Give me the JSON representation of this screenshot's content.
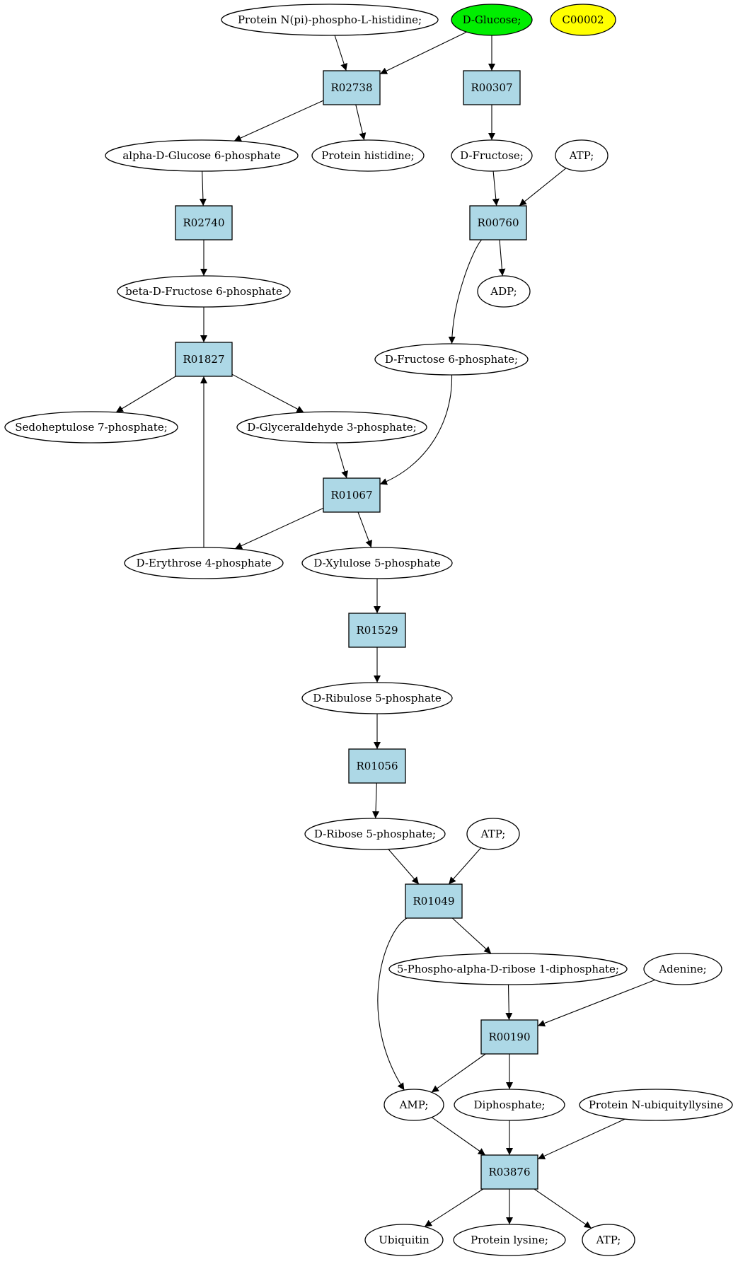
{
  "colors": {
    "reaction_fill": "#add8e6",
    "metabolite_fill": "#ffffff",
    "highlight_green": "#00ee00",
    "highlight_yellow": "#ffff00",
    "stroke": "#000000"
  },
  "diagram": {
    "type": "metabolic-pathway",
    "nodes": [
      {
        "id": "C_prot_np_his",
        "kind": "compound",
        "label": "Protein N(pi)-phospho-L-histidine;"
      },
      {
        "id": "C_glucose",
        "kind": "compound",
        "label": "D-Glucose;",
        "highlight": "green"
      },
      {
        "id": "C00002_top",
        "kind": "compound",
        "label": "C00002",
        "highlight": "yellow"
      },
      {
        "id": "R02738",
        "kind": "reaction",
        "label": "R02738"
      },
      {
        "id": "R00307",
        "kind": "reaction",
        "label": "R00307"
      },
      {
        "id": "C_a_g6p",
        "kind": "compound",
        "label": "alpha-D-Glucose 6-phosphate"
      },
      {
        "id": "C_prot_his",
        "kind": "compound",
        "label": "Protein histidine;"
      },
      {
        "id": "C_fructose",
        "kind": "compound",
        "label": "D-Fructose;"
      },
      {
        "id": "C_atp1",
        "kind": "compound",
        "label": "ATP;"
      },
      {
        "id": "R02740",
        "kind": "reaction",
        "label": "R02740"
      },
      {
        "id": "R00760",
        "kind": "reaction",
        "label": "R00760"
      },
      {
        "id": "C_adp",
        "kind": "compound",
        "label": "ADP;"
      },
      {
        "id": "C_b_f6p",
        "kind": "compound",
        "label": "beta-D-Fructose 6-phosphate"
      },
      {
        "id": "C_d_f6p",
        "kind": "compound",
        "label": "D-Fructose 6-phosphate;"
      },
      {
        "id": "R01827",
        "kind": "reaction",
        "label": "R01827"
      },
      {
        "id": "C_s7p",
        "kind": "compound",
        "label": "Sedoheptulose 7-phosphate;"
      },
      {
        "id": "C_g3p",
        "kind": "compound",
        "label": "D-Glyceraldehyde 3-phosphate;"
      },
      {
        "id": "R01067",
        "kind": "reaction",
        "label": "R01067"
      },
      {
        "id": "C_e4p",
        "kind": "compound",
        "label": "D-Erythrose 4-phosphate"
      },
      {
        "id": "C_xu5p",
        "kind": "compound",
        "label": "D-Xylulose 5-phosphate"
      },
      {
        "id": "R01529",
        "kind": "reaction",
        "label": "R01529"
      },
      {
        "id": "C_ru5p",
        "kind": "compound",
        "label": "D-Ribulose 5-phosphate"
      },
      {
        "id": "R01056",
        "kind": "reaction",
        "label": "R01056"
      },
      {
        "id": "C_r5p",
        "kind": "compound",
        "label": "D-Ribose 5-phosphate;"
      },
      {
        "id": "C_atp2",
        "kind": "compound",
        "label": "ATP;"
      },
      {
        "id": "R01049",
        "kind": "reaction",
        "label": "R01049"
      },
      {
        "id": "C_prpp",
        "kind": "compound",
        "label": "5-Phospho-alpha-D-ribose 1-diphosphate;"
      },
      {
        "id": "C_adenine",
        "kind": "compound",
        "label": "Adenine;"
      },
      {
        "id": "R00190",
        "kind": "reaction",
        "label": "R00190"
      },
      {
        "id": "C_amp",
        "kind": "compound",
        "label": "AMP;"
      },
      {
        "id": "C_ppi",
        "kind": "compound",
        "label": "Diphosphate;"
      },
      {
        "id": "C_prot_ublys",
        "kind": "compound",
        "label": "Protein N-ubiquityllysine"
      },
      {
        "id": "R03876",
        "kind": "reaction",
        "label": "R03876"
      },
      {
        "id": "C_ubiquitin",
        "kind": "compound",
        "label": "Ubiquitin"
      },
      {
        "id": "C_prot_lys",
        "kind": "compound",
        "label": "Protein lysine;"
      },
      {
        "id": "C_atp3",
        "kind": "compound",
        "label": "ATP;"
      }
    ],
    "edges": [
      {
        "from": "C_prot_np_his",
        "to": "R02738"
      },
      {
        "from": "C_glucose",
        "to": "R02738"
      },
      {
        "from": "C_glucose",
        "to": "R00307"
      },
      {
        "from": "R02738",
        "to": "C_a_g6p"
      },
      {
        "from": "R02738",
        "to": "C_prot_his"
      },
      {
        "from": "R00307",
        "to": "C_fructose"
      },
      {
        "from": "C_a_g6p",
        "to": "R02740"
      },
      {
        "from": "C_fructose",
        "to": "R00760"
      },
      {
        "from": "C_atp1",
        "to": "R00760"
      },
      {
        "from": "R02740",
        "to": "C_b_f6p"
      },
      {
        "from": "R00760",
        "to": "C_adp"
      },
      {
        "from": "R00760",
        "to": "C_d_f6p"
      },
      {
        "from": "C_b_f6p",
        "to": "R01827"
      },
      {
        "from": "C_e4p",
        "to": "R01827"
      },
      {
        "from": "R01827",
        "to": "C_s7p"
      },
      {
        "from": "R01827",
        "to": "C_g3p"
      },
      {
        "from": "C_g3p",
        "to": "R01067"
      },
      {
        "from": "C_d_f6p",
        "to": "R01067"
      },
      {
        "from": "R01067",
        "to": "C_e4p"
      },
      {
        "from": "R01067",
        "to": "C_xu5p"
      },
      {
        "from": "C_xu5p",
        "to": "R01529"
      },
      {
        "from": "R01529",
        "to": "C_ru5p"
      },
      {
        "from": "C_ru5p",
        "to": "R01056"
      },
      {
        "from": "R01056",
        "to": "C_r5p"
      },
      {
        "from": "C_r5p",
        "to": "R01049"
      },
      {
        "from": "C_atp2",
        "to": "R01049"
      },
      {
        "from": "R01049",
        "to": "C_prpp"
      },
      {
        "from": "R01049",
        "to": "C_amp"
      },
      {
        "from": "C_prpp",
        "to": "R00190"
      },
      {
        "from": "C_adenine",
        "to": "R00190"
      },
      {
        "from": "R00190",
        "to": "C_amp"
      },
      {
        "from": "R00190",
        "to": "C_ppi"
      },
      {
        "from": "C_amp",
        "to": "R03876"
      },
      {
        "from": "C_ppi",
        "to": "R03876"
      },
      {
        "from": "C_prot_ublys",
        "to": "R03876"
      },
      {
        "from": "R03876",
        "to": "C_ubiquitin"
      },
      {
        "from": "R03876",
        "to": "C_prot_lys"
      },
      {
        "from": "R03876",
        "to": "C_atp3"
      }
    ]
  }
}
